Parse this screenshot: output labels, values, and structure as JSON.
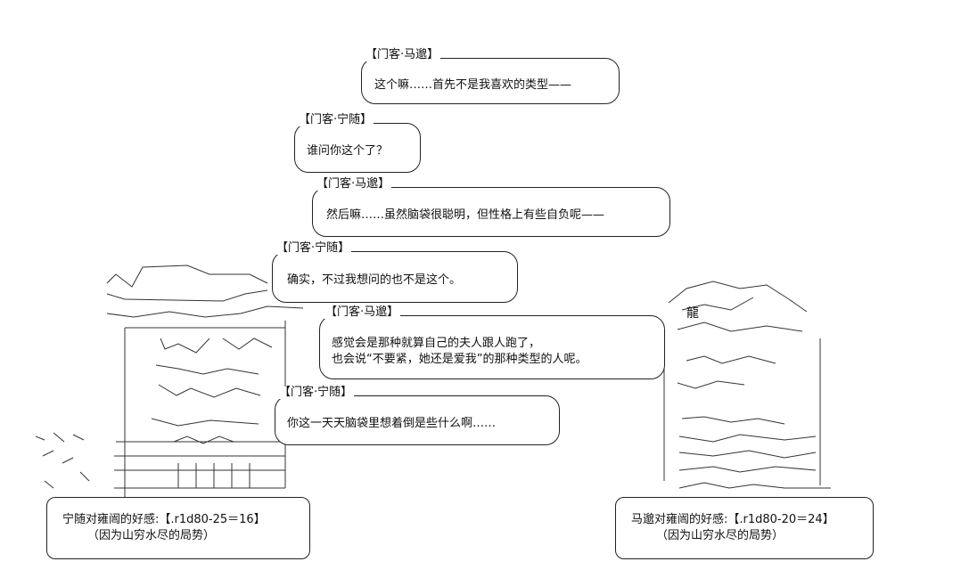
{
  "dialogue": [
    {
      "speaker": "【门客·马邈】",
      "lines": [
        "这个嘛……首先不是我喜欢的类型——"
      ]
    },
    {
      "speaker": "【门客·宁随】",
      "lines": [
        "谁问你这个了？"
      ]
    },
    {
      "speaker": "【门客·马邈】",
      "lines": [
        "然后嘛……虽然脑袋很聪明，但性格上有些自负呢——"
      ]
    },
    {
      "speaker": "【门客·宁随】",
      "lines": [
        "确实，不过我想问的也不是这个。"
      ]
    },
    {
      "speaker": "【门客·马邈】",
      "lines": [
        "感觉会是那种就算自己的夫人跟人跑了，",
        "也会说“不要紧，她还是爱我”的那种类型的人呢。"
      ]
    },
    {
      "speaker": "【门客·宁随】",
      "lines": [
        "你这一天天脑袋里想着倒是些什么啊……"
      ]
    }
  ],
  "footer_left": {
    "line1": "宁随对雍闿的好感:【.r1d80-25＝16】",
    "line2": "（因为山穷水尽的局势）"
  },
  "footer_right": {
    "line1": "马邈对雍闿的好感:【.r1d80-20＝24】",
    "line2": "（因为山穷水尽的局势）"
  },
  "art_glyphs": {
    "right_figure_label": "龍"
  }
}
